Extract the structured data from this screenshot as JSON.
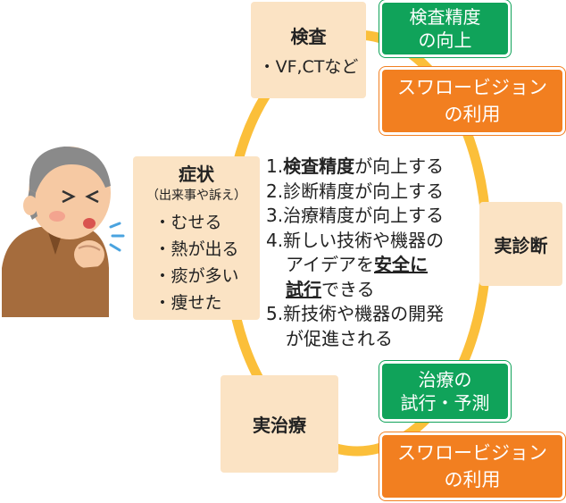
{
  "symptoms": {
    "title": "症状",
    "subtitle": "（出来事や訴え）",
    "items": [
      "・むせる",
      "・熱が出る",
      "・痰が多い",
      "・痩せた"
    ]
  },
  "kensa": {
    "title": "検査",
    "detail": "・VF,CTなど"
  },
  "jitsushindan": {
    "title": "実診断"
  },
  "jitchiryo": {
    "title": "実治療"
  },
  "green_top": {
    "line1": "検査精度",
    "line2": "の向上"
  },
  "orange_top": {
    "line1": "スワロービジョン",
    "line2": "の利用"
  },
  "green_bottom": {
    "line1": "治療の",
    "line2": "試行・予測"
  },
  "orange_bottom": {
    "line1": "スワロービジョン",
    "line2": "の利用"
  },
  "center": {
    "l1_num": "1.",
    "l1_bold": "検査精度",
    "l1_rest": "が向上する",
    "l2": "2.診断精度が向上する",
    "l3": "3.治療精度が向上する",
    "l4a": "4.新しい技術や機器の",
    "l4b_pre": "アイデアを",
    "l4b_u": "安全に",
    "l4c_u": "試行",
    "l4c_rest": "できる",
    "l5a": "5.新技術や機器の開発",
    "l5b": "が促進される"
  },
  "colors": {
    "ring": "#fbbf3a",
    "peach": "#fbe3c4",
    "green": "#10a35a",
    "orange": "#f27f20"
  }
}
